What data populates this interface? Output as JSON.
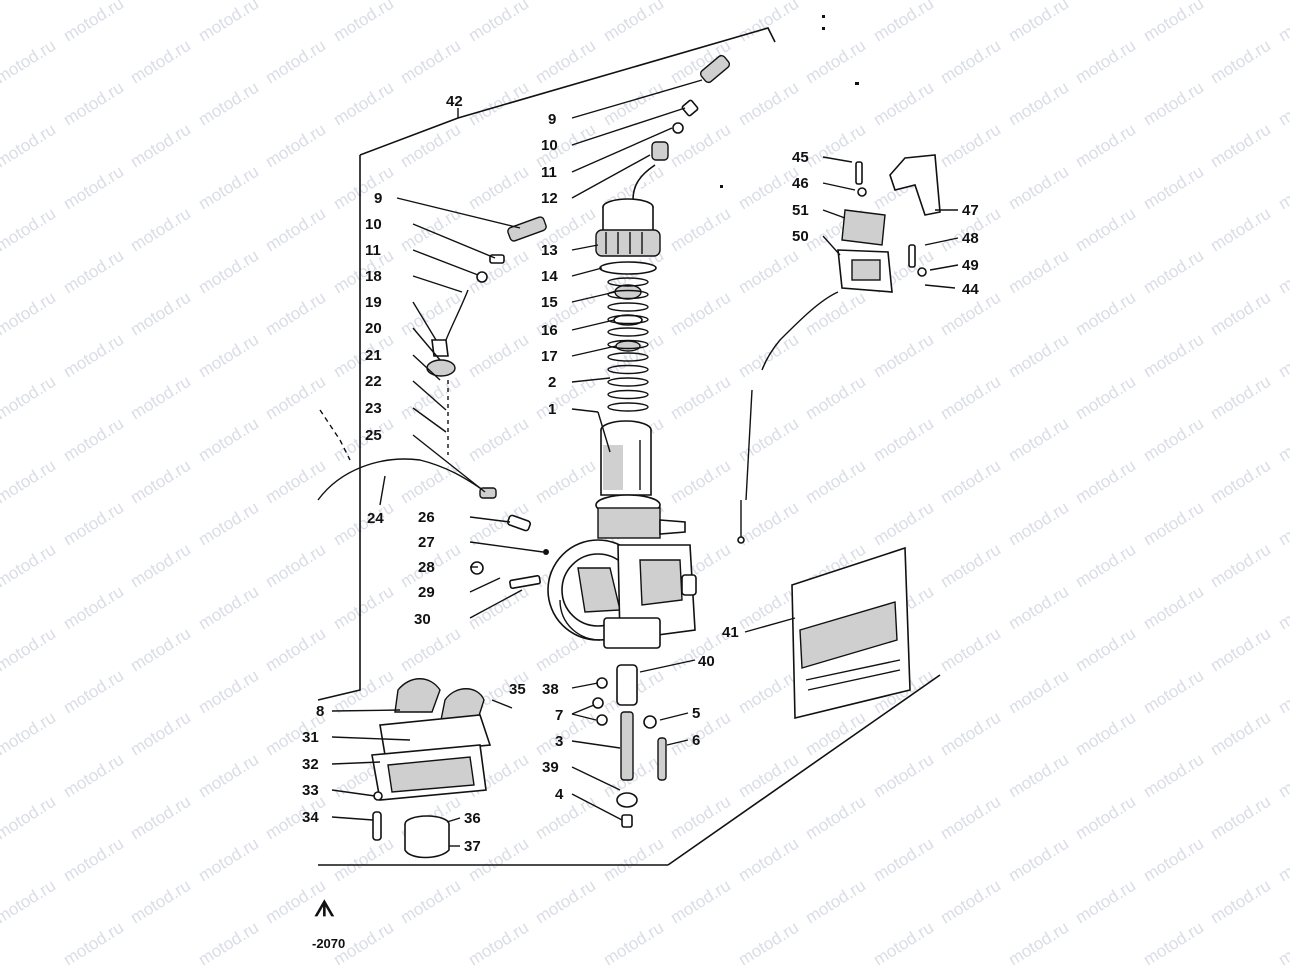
{
  "watermark": "motod.ru",
  "assembly_label": "42",
  "footer": {
    "symbol": "ᗑ",
    "code": "-2070"
  },
  "labels": {
    "l9a": "9",
    "l10a": "10",
    "l11a": "11",
    "l12": "12",
    "l13": "13",
    "l14": "14",
    "l15": "15",
    "l16": "16",
    "l17": "17",
    "l2a": "2",
    "l1": "1",
    "l9b": "9",
    "l10b": "10",
    "l11b": "11",
    "l18": "18",
    "l19": "19",
    "l20": "20",
    "l21": "21",
    "l22": "22",
    "l23": "23",
    "l25": "25",
    "l24": "24",
    "l26": "26",
    "l27": "27",
    "l28": "28",
    "l29": "29",
    "l30": "30",
    "l45": "45",
    "l46": "46",
    "l51": "51",
    "l50": "50",
    "l47": "47",
    "l48": "48",
    "l49": "49",
    "l44": "44",
    "l41": "41",
    "l40": "40",
    "l38": "38",
    "l35": "35",
    "l7": "7",
    "l5": "5",
    "l3a": "3",
    "l6": "6",
    "l39": "39",
    "l4a": "4",
    "l8": "8",
    "l31": "31",
    "l32": "32",
    "l33": "33",
    "l34": "34",
    "l36": "36",
    "l37": "37"
  }
}
